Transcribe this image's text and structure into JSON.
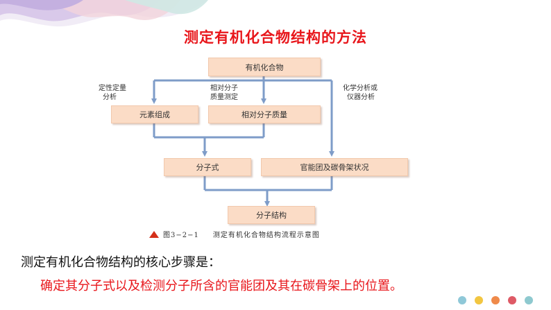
{
  "title": "测定有机化合物结构的方法",
  "diagram": {
    "nodes": {
      "organic": "有机化合物",
      "elements": "元素组成",
      "molmass": "相对分子质量",
      "formula": "分子式",
      "groups": "官能团及碳骨架状况",
      "structure": "分子结构"
    },
    "edge_labels": {
      "qualitative_1": "定性定量",
      "qualitative_2": "分析",
      "molmass_measure_1": "相对分子",
      "molmass_measure_2": "质量测定",
      "chemical_1": "化学分析或",
      "chemical_2": "仪器分析"
    },
    "caption_num": "图3−2−1",
    "caption_text": "测定有机化合物结构流程示意图"
  },
  "question": "测定有机化合物结构的核心步骤是：",
  "answer": "确定其分子式以及检测分子所含的官能团及其在碳骨架上的位置。",
  "colors": {
    "title": "#e8161b",
    "answer": "#e8161b",
    "node_fill": "#fbdcc6",
    "arrow": "#7e9cc8",
    "dots": [
      "#8fc8d8",
      "#f2c641",
      "#ef8a4a",
      "#de5a66",
      "#8ec9cf"
    ]
  }
}
